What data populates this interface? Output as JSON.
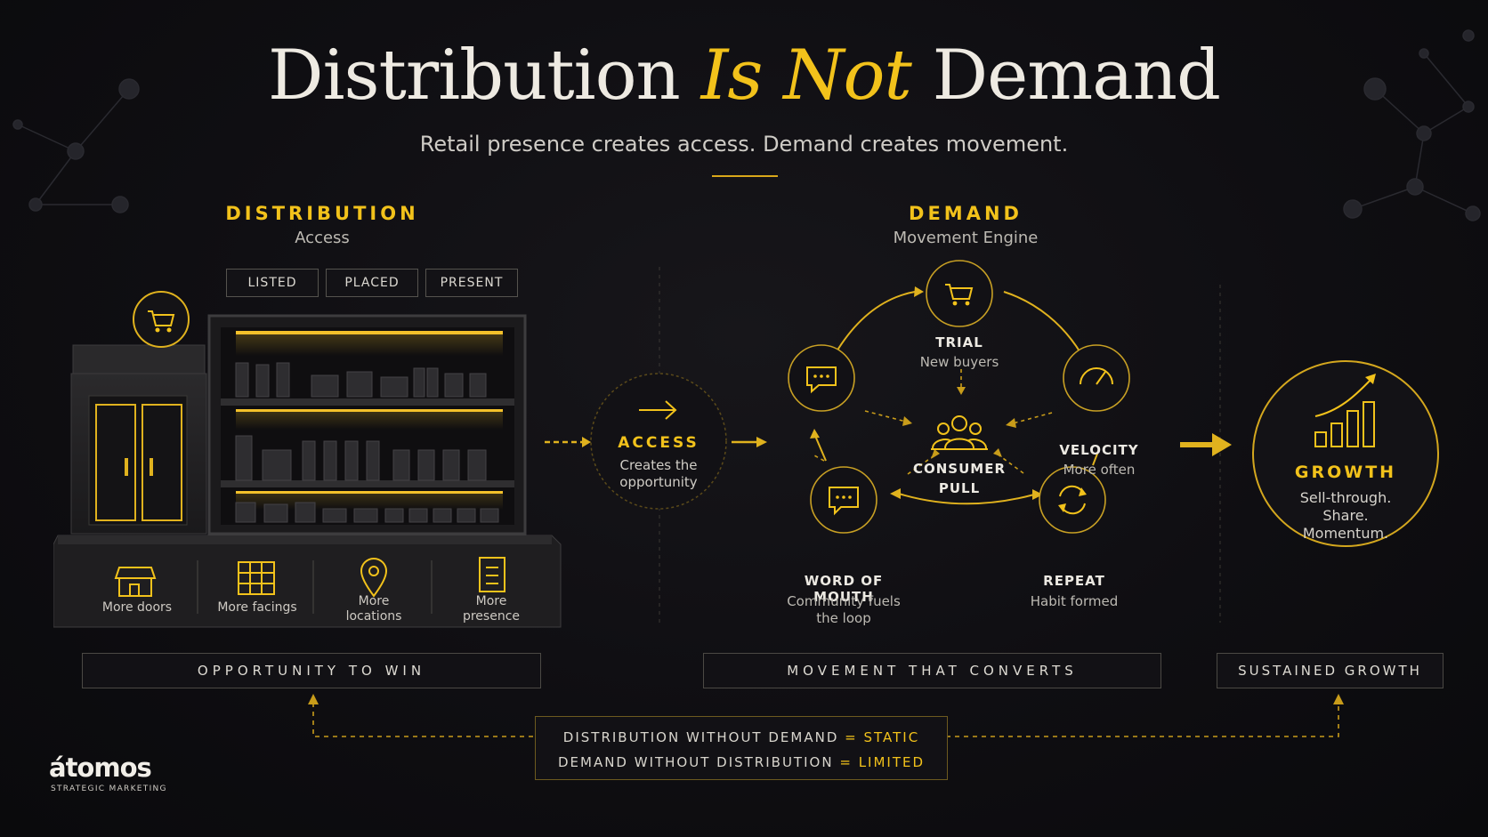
{
  "title": {
    "part1": "Distribution",
    "accent": "Is Not",
    "part2": "Demand"
  },
  "subtitle": "Retail presence creates access. Demand creates movement.",
  "distribution": {
    "heading": "DISTRIBUTION",
    "sub": "Access",
    "tags": [
      "LISTED",
      "PLACED",
      "PRESENT"
    ],
    "features": [
      {
        "label": "More doors",
        "icon": "storefront-icon"
      },
      {
        "label": "More facings",
        "icon": "shelf-facings-icon"
      },
      {
        "label": "More\nlocations",
        "icon": "location-pin-icon"
      },
      {
        "label": "More\npresence",
        "icon": "checklist-icon"
      }
    ],
    "bar": "OPPORTUNITY TO WIN"
  },
  "access": {
    "label": "ACCESS",
    "sub1": "Creates the",
    "sub2": "opportunity"
  },
  "demand": {
    "heading": "DEMAND",
    "sub": "Movement Engine",
    "trial": {
      "label": "TRIAL",
      "sub": "New buyers",
      "icon": "cart-icon"
    },
    "velocity": {
      "label": "VELOCITY",
      "sub": "More often",
      "icon": "speedometer-icon"
    },
    "repeat": {
      "label": "REPEAT",
      "sub": "Habit formed",
      "icon": "refresh-icon"
    },
    "word_of_mouth": {
      "label": "WORD OF MOUTH",
      "sub1": "Community fuels",
      "sub2": "the loop",
      "icon": "speech-bubble-icon"
    },
    "chat": {
      "icon": "chat-icon"
    },
    "center": {
      "label1": "CONSUMER",
      "label2": "PULL",
      "icon": "people-group-icon"
    },
    "bar": "MOVEMENT THAT CONVERTS"
  },
  "growth": {
    "label": "GROWTH",
    "sub1": "Sell-through.",
    "sub2": "Share.",
    "sub3": "Momentum.",
    "icon": "growth-chart-icon",
    "bar": "SUSTAINED GROWTH"
  },
  "equation": {
    "line1_left": "DISTRIBUTION WITHOUT DEMAND",
    "line1_op": "=",
    "line1_right": "STATIC",
    "line2_left": "DEMAND WITHOUT DISTRIBUTION",
    "line2_op": "=",
    "line2_right": "LIMITED"
  },
  "logo": {
    "name": "átomos",
    "sub": "STRATEGIC MARKETING"
  },
  "colors": {
    "accent": "#f2c21b",
    "background": "#0f0e12",
    "text": "#eeeae2"
  }
}
